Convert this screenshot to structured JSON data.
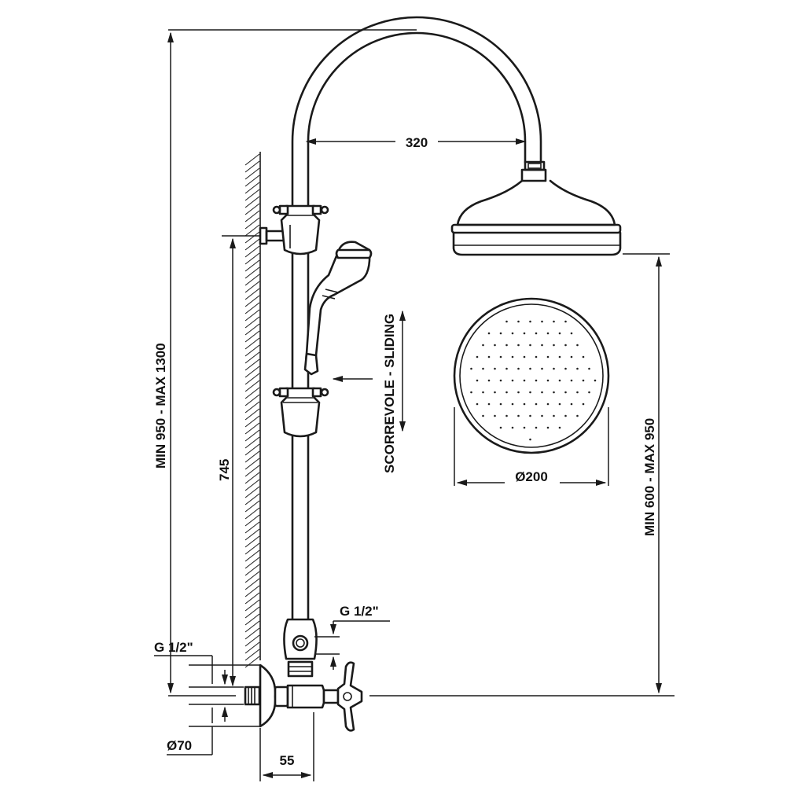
{
  "dimensions": {
    "total_height": "MIN 950 - MAX 1300",
    "rail_height": "745",
    "arm_reach": "320",
    "head_diameter": "Ø200",
    "head_height": "MIN 600 - MAX 950",
    "wall_connection": "G 1/2\"",
    "outlet_connection": "G 1/2\"",
    "flange_diameter": "Ø70",
    "wall_offset": "55"
  },
  "labels": {
    "sliding": "SCORREVOLE - SLIDING"
  }
}
